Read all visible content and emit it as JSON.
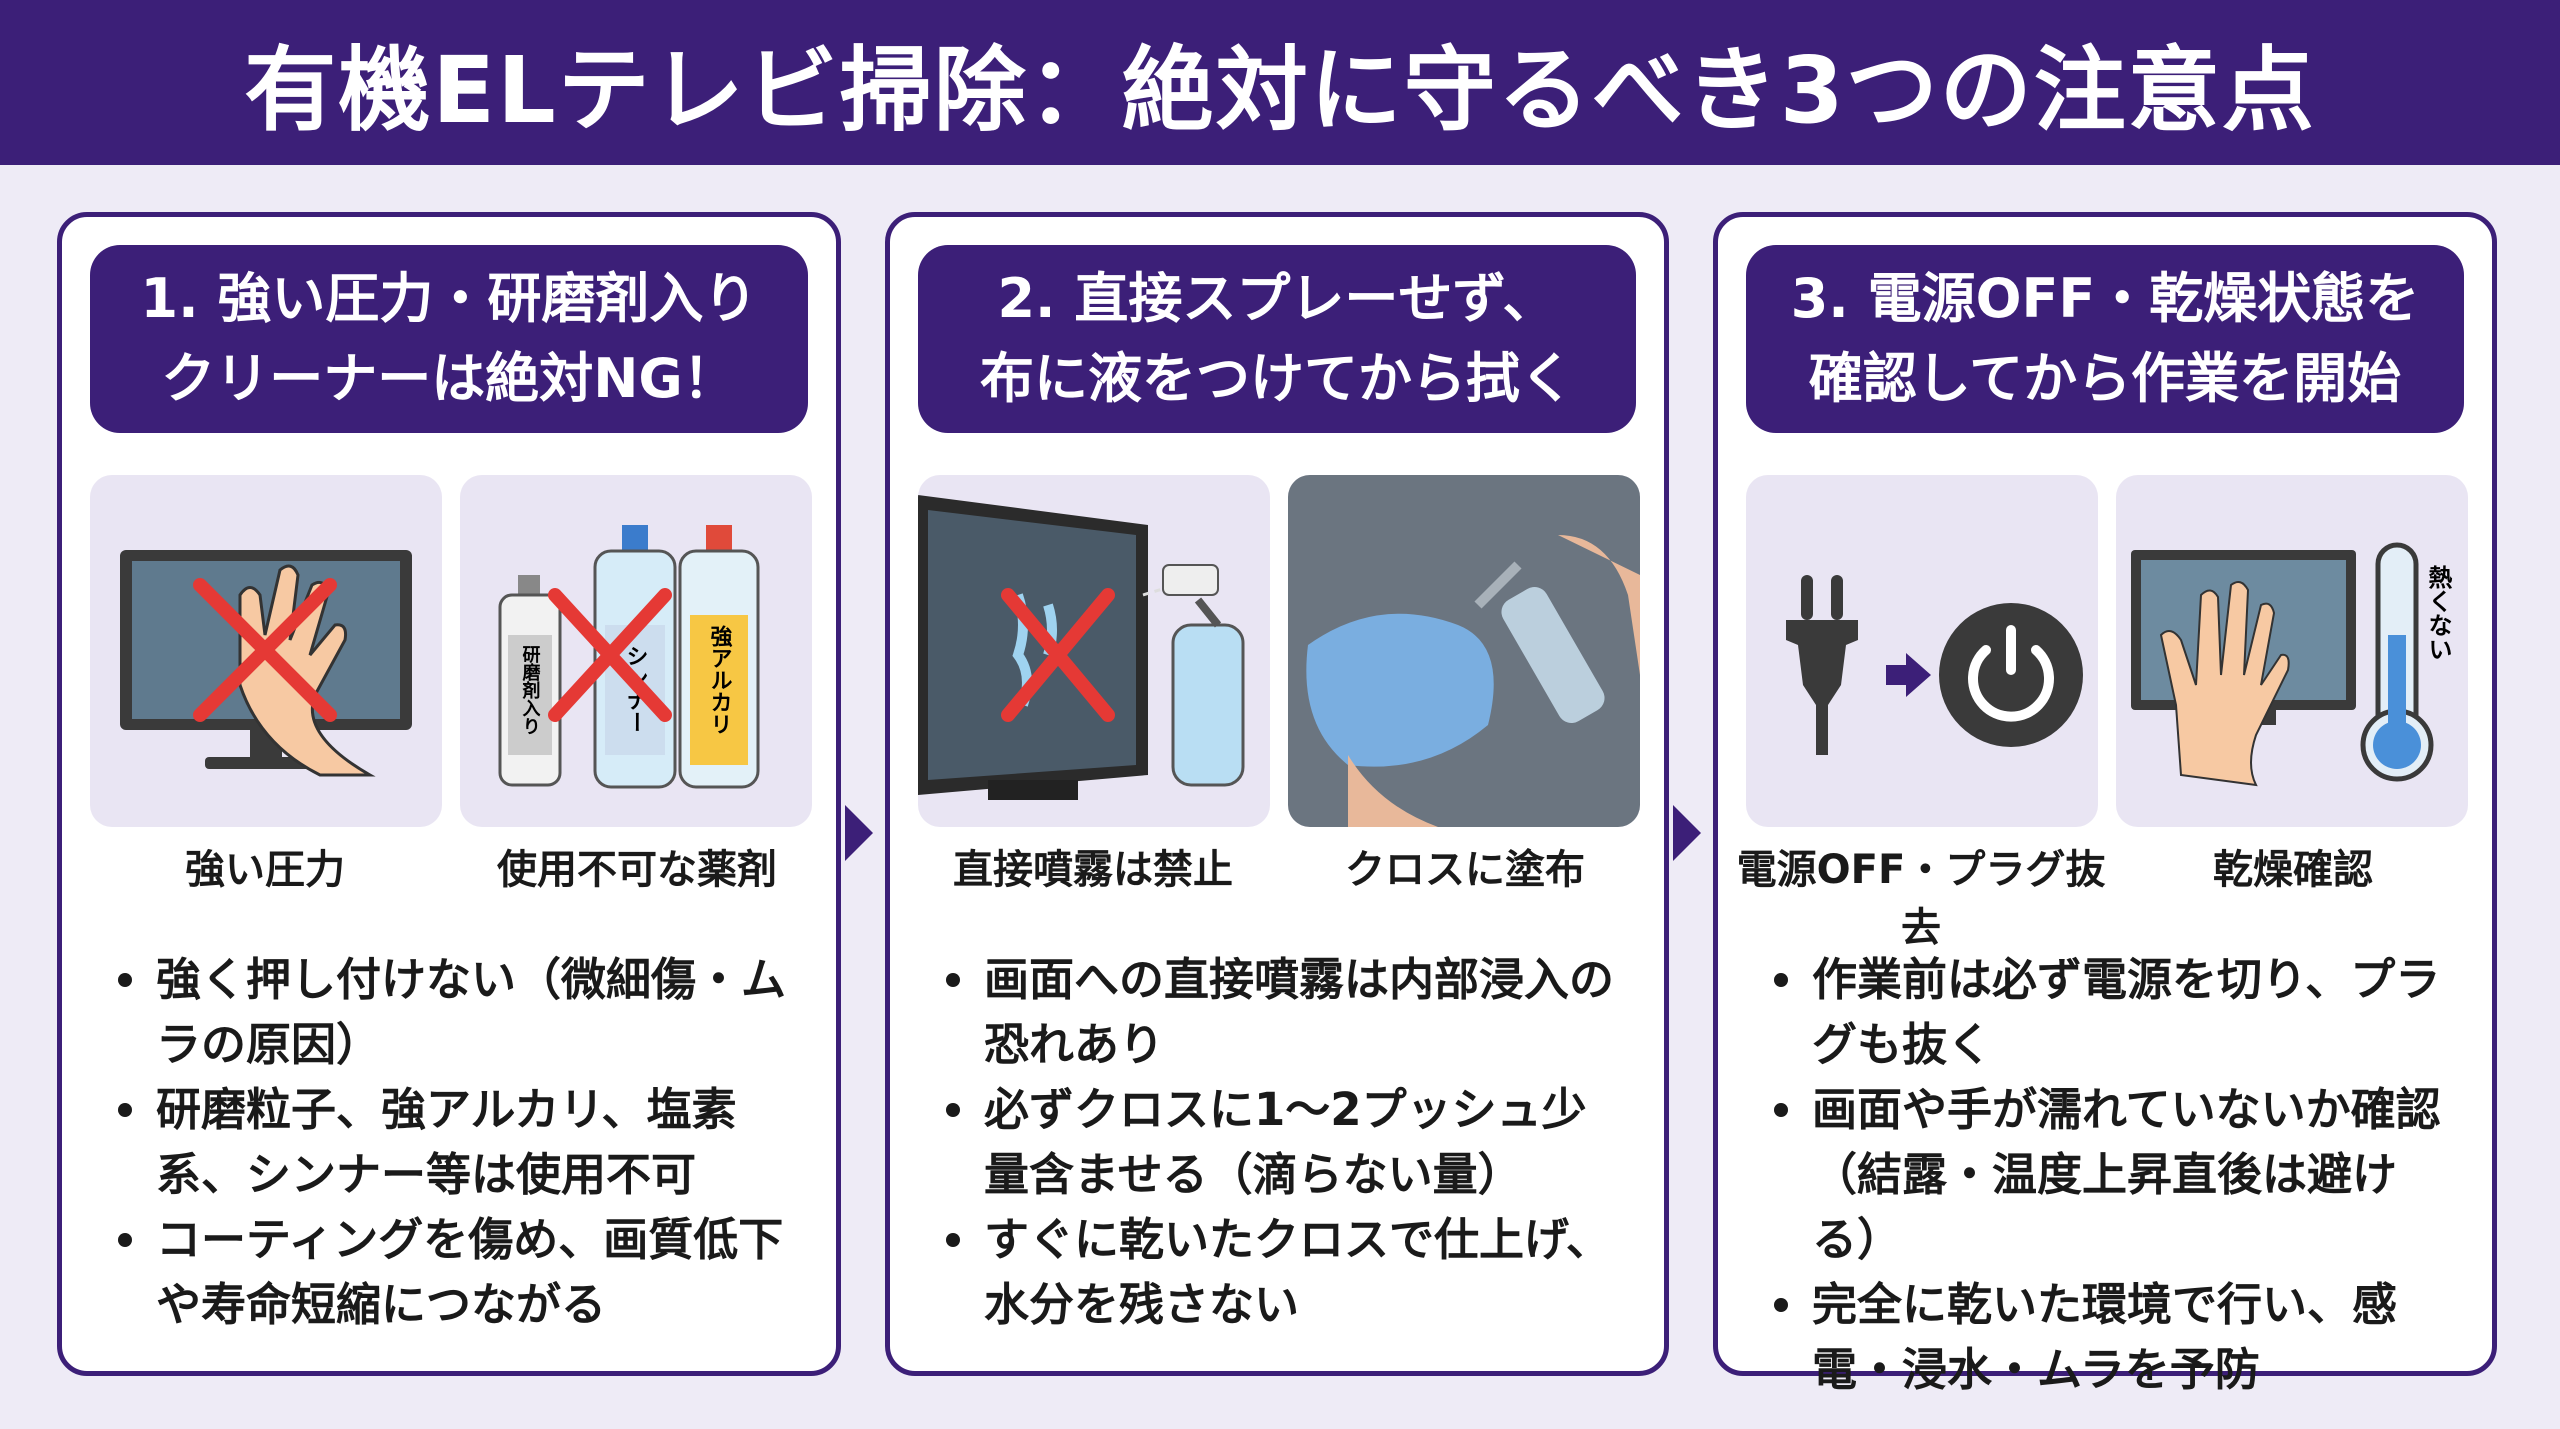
{
  "title": "有機ELテレビ掃除：絶対に守るべき3つの注意点",
  "colors": {
    "primary": "#3c1f78",
    "background": "#eeebf6",
    "tile": "#e9e5f3",
    "cross": "#e53935"
  },
  "panels": [
    {
      "title_lines": [
        "1. 強い圧力・研磨剤入り",
        "クリーナーは絶対NG！"
      ],
      "images": [
        {
          "caption": "強い圧力",
          "icon": "hand-pressing-tv-crossed"
        },
        {
          "caption": "使用不可な薬剤",
          "icon": "chemical-bottles-crossed",
          "bottle_labels": [
            "研磨剤入り",
            "シンナー",
            "強アルカリ"
          ]
        }
      ],
      "bullets": [
        "強く押し付けない（微細傷・ムラの原因）",
        "研磨粒子、強アルカリ、塩素系、シンナー等は使用不可",
        "コーティングを傷め、画質低下や寿命短縮につながる"
      ]
    },
    {
      "title_lines": [
        "2. 直接スプレーせず、",
        "布に液をつけてから拭く"
      ],
      "images": [
        {
          "caption": "直接噴霧は禁止",
          "icon": "spray-on-tv-crossed"
        },
        {
          "caption": "クロスに塗布",
          "icon": "spray-on-cloth"
        }
      ],
      "bullets": [
        "画面への直接噴霧は内部浸入の恐れあり",
        "必ずクロスに1～2プッシュ少量含ませる（滴らない量）",
        "すぐに乾いたクロスで仕上げ、水分を残さない"
      ]
    },
    {
      "title_lines": [
        "3. 電源OFF・乾燥状態を",
        "確認してから作業を開始"
      ],
      "images": [
        {
          "caption": "電源OFF・プラグ抜去",
          "icon": "plug-to-power-off"
        },
        {
          "caption": "乾燥確認",
          "icon": "hand-on-tv-thermometer",
          "thermo_label": "熱くない"
        }
      ],
      "bullets": [
        "作業前は必ず電源を切り、プラグも抜く",
        "画面や手が濡れていないか確認（結露・温度上昇直後は避ける）",
        "完全に乾いた環境で行い、感電・浸水・ムラを予防"
      ]
    }
  ]
}
